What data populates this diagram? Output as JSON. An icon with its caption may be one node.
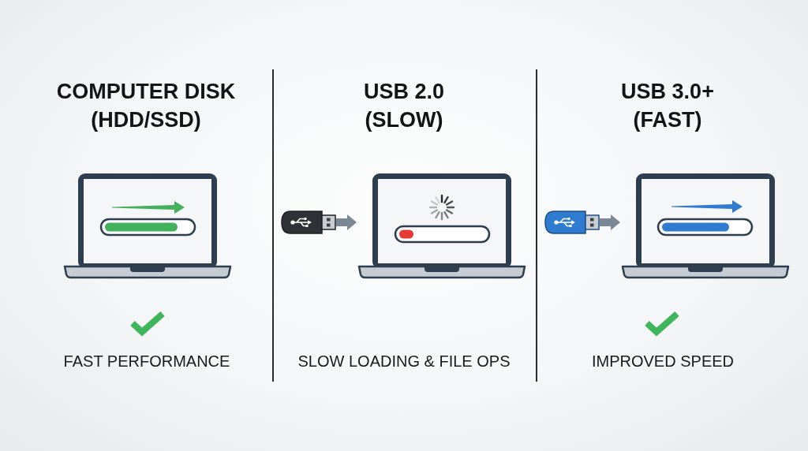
{
  "diagram": {
    "nodes": [
      {
        "text": [],
        "shape": "picture"
      },
      {
        "text": [],
        "shape": "picture"
      },
      {
        "text": [],
        "shape": "picture"
      },
      {
        "text": [],
        "shape": "picture"
      },
      {
        "text": [],
        "shape": "picture"
      }
    ],
    "edges": [
      {
        "from": 1,
        "to": 2,
        "arrow": "to"
      },
      {
        "from": 3,
        "to": 4,
        "arrow": "to"
      }
    ],
    "labels": [
      "COMPUTER DISK (HDD/SSD)",
      "USB 2.0 (SLOW)",
      "USB 3.0+ (FAST)",
      "FAST PERFORMANCE",
      "SLOW LOADING & FILE OPS",
      "IMPROVED SPEED"
    ]
  }
}
